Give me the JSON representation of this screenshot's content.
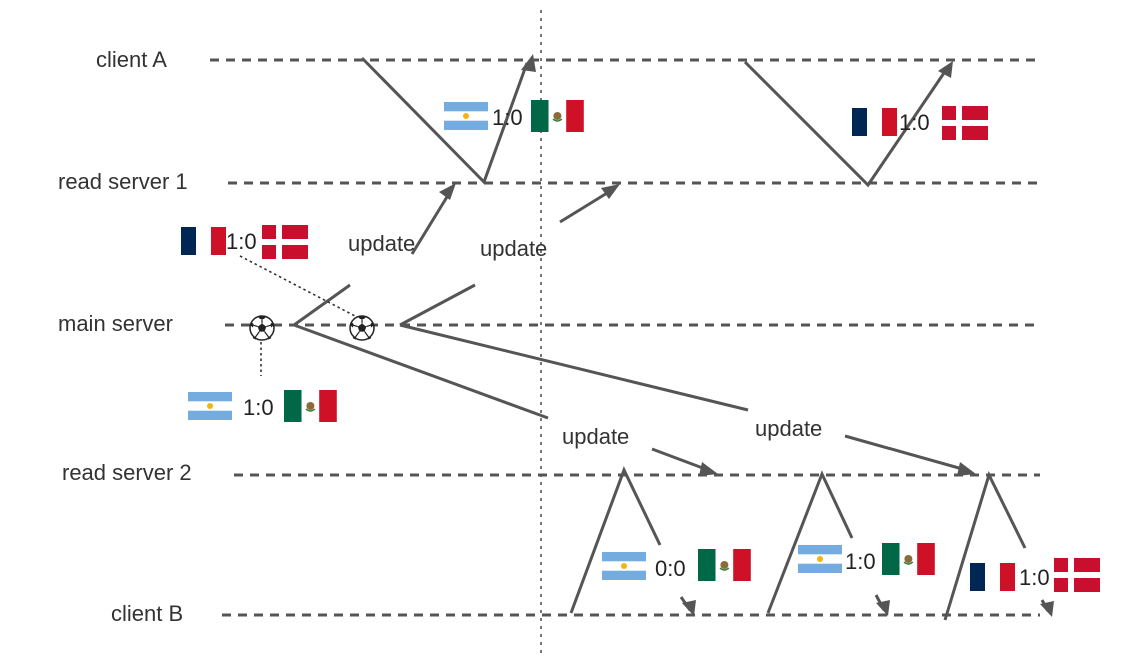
{
  "timelines": {
    "client_a": "client A",
    "read_server_1": "read server 1",
    "main_server": "main server",
    "read_server_2": "read server 2",
    "client_b": "client B"
  },
  "updates": {
    "u1": "update",
    "u2": "update",
    "u3": "update",
    "u4": "update"
  },
  "scores": {
    "client_a_arg_mex": "1:0",
    "client_a_fra_den": "1:0",
    "main_fra_den": "1:0",
    "main_arg_mex": "1:0",
    "client_b_first": "0:0",
    "client_b_second": "1:0",
    "client_b_third": "1:0"
  },
  "icons": {
    "goal": "soccer-ball-icon",
    "argentina": "argentina-flag-icon",
    "mexico": "mexico-flag-icon",
    "france": "france-flag-icon",
    "denmark": "denmark-flag-icon"
  },
  "colors": {
    "line": "#555555",
    "argentina_blue": "#74acdf",
    "mexico_green": "#006847",
    "mexico_red": "#ce1126",
    "france_blue": "#002654",
    "france_red": "#ce1126",
    "denmark_red": "#c8102e"
  }
}
